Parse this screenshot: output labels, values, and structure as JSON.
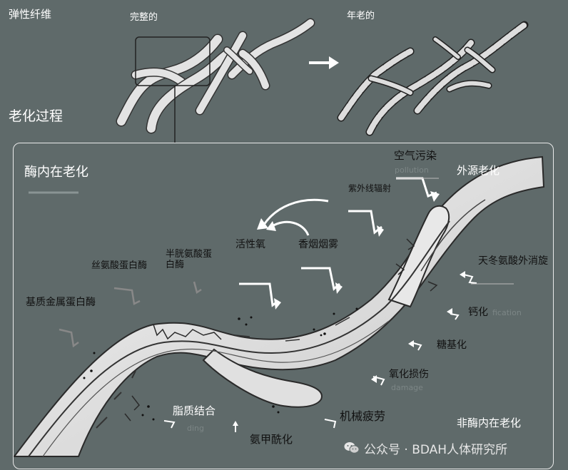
{
  "header": {
    "section_title": "弹性纤维",
    "intact_label": "完整的",
    "aged_label": "年老的",
    "process_title": "老化过程"
  },
  "panel": {
    "intrinsic_title": "酶内在老化",
    "extrinsic_title": "外源老化",
    "nonenzymatic_title": "非酶内在老化"
  },
  "labels": {
    "air_pollution": "空气污染",
    "air_pollution_faint": "pollution",
    "uv": "紫外线辐射",
    "ros": "活性氧",
    "smoke": "香烟烟雾",
    "serine": "丝氨酸蛋白酶",
    "cysteine": "半胱氨酸蛋白酶",
    "mmp": "基质金属蛋白酶",
    "aspartate": "天冬氨酸外消旋",
    "calcification": "钙化",
    "calcification_faint": "fication",
    "glycation": "糖基化",
    "oxidative": "氧化损伤",
    "oxidative_faint": "damage",
    "lipid": "脂质结合",
    "lipid_faint": "ding",
    "carbamylation": "氨甲酰化",
    "mechanical": "机械疲劳"
  },
  "watermark": {
    "text": "公众号 · BDAH人体研究所",
    "icon": "wechat-icon"
  },
  "colors": {
    "background": "#5f6a6a",
    "fiber_fill": "#d9d9d9",
    "fiber_stroke": "#3a3a3a",
    "arrow": "#ffffff"
  }
}
